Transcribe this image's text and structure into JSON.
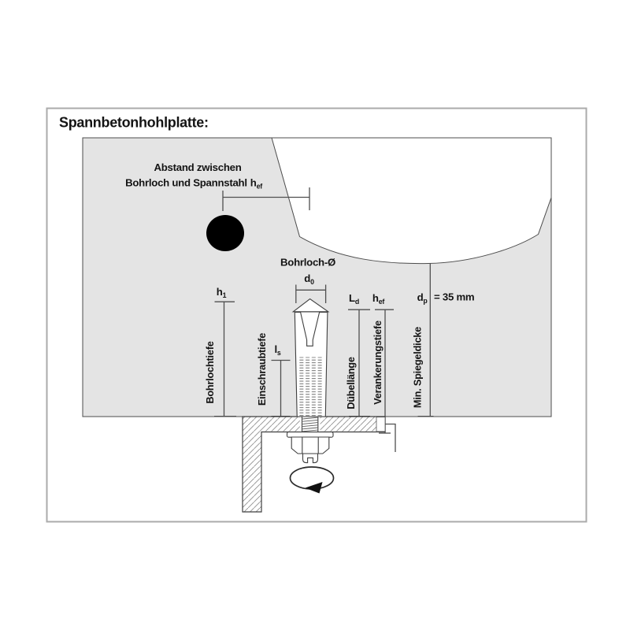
{
  "page": {
    "title": "Spannbetonhohlplatte:"
  },
  "annotation": {
    "line1": "Abstand zwischen",
    "line2": "Bohrloch und Spannstahl",
    "symbol": "h",
    "subscript": "ef"
  },
  "drill": {
    "label": "Bohrloch-Ø",
    "symbol": "d",
    "subscript": "0"
  },
  "dims": {
    "h1": {
      "symbol": "h",
      "subscript": "1",
      "label": "Bohrlochtiefe"
    },
    "ls": {
      "symbol": "l",
      "subscript": "s",
      "label": "Einschraubtiefe"
    },
    "ld": {
      "symbol": "L",
      "subscript": "d",
      "label": "Dübellänge"
    },
    "hef": {
      "symbol": "h",
      "subscript": "ef",
      "label": "Verankerungstiefe"
    },
    "dp": {
      "symbol": "d",
      "subscript": "p",
      "value": "= 35 mm",
      "label": "Min. Spiegeldicke"
    }
  },
  "colors": {
    "slab_fill": "#e4e4e4",
    "outline": "#3f3f3f",
    "dimension_line": "#4f4f4f",
    "hatch_line": "#8f8f8f",
    "text": "#141414",
    "frame_border": "#ababab",
    "steel_dot": "#000000",
    "background": "#ffffff"
  }
}
